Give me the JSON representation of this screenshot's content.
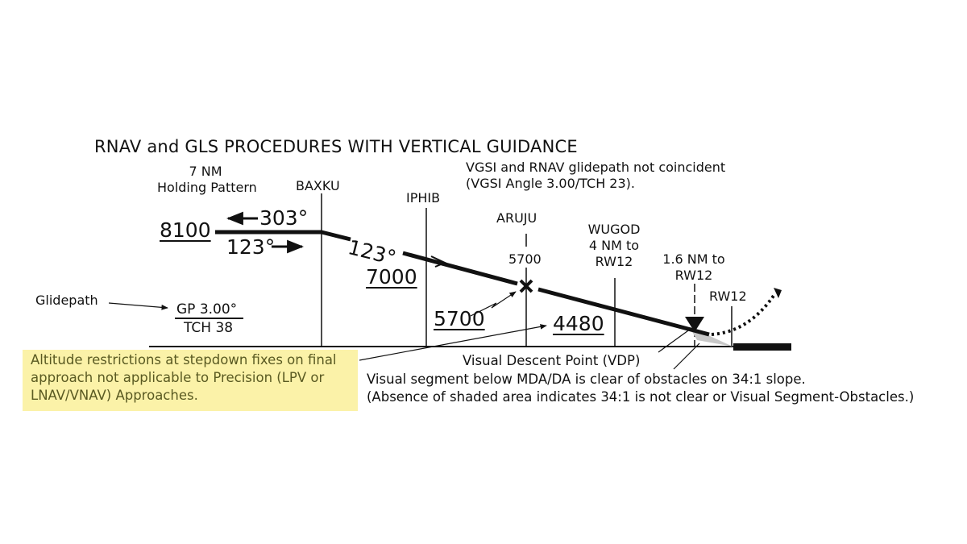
{
  "title": "RNAV and GLS PROCEDURES WITH VERTICAL GUIDANCE",
  "holding": {
    "line1": "7 NM",
    "line2": "Holding Pattern",
    "altitude": "8100",
    "outbound_course": "303°",
    "inbound_course": "123°"
  },
  "fixes": [
    {
      "name": "BAXKU"
    },
    {
      "name": "IPHIB"
    },
    {
      "name": "ARUJU",
      "altitude": "5700"
    },
    {
      "name": "WUGOD",
      "distance_line1": "4 NM to",
      "distance_line2": "RW12"
    },
    {
      "name": "VDP",
      "distance_line1": "1.6 NM to",
      "distance_line2": "RW12"
    },
    {
      "name": "RW12"
    }
  ],
  "segments": {
    "final_course": "123°",
    "baxku_iphib_altitude": "7000",
    "iphib_aruju_altitude": "5700",
    "aruju_wugod_altitude": "4480"
  },
  "glidepath": {
    "label": "Glidepath",
    "gp": "GP 3.00°",
    "tch": "TCH 38"
  },
  "vgsi_note": {
    "line1": "VGSI and RNAV glidepath not coincident",
    "line2": "(VGSI Angle 3.00/TCH 23)."
  },
  "callout_note": {
    "text": "Altitude restrictions at stepdown fixes on final approach not applicable to Precision (LPV or LNAV/VNAV) Approaches.",
    "highlight_color": "#fbf2a8",
    "text_color": "#5a5a22"
  },
  "vdp_label": "Visual Descent Point (VDP)",
  "visual_segment": {
    "line1": "Visual segment below MDA/DA is clear of obstacles on 34:1 slope.",
    "line2": "(Absence of shaded area indicates 34:1 is not clear or Visual Segment-Obstacles.)"
  }
}
